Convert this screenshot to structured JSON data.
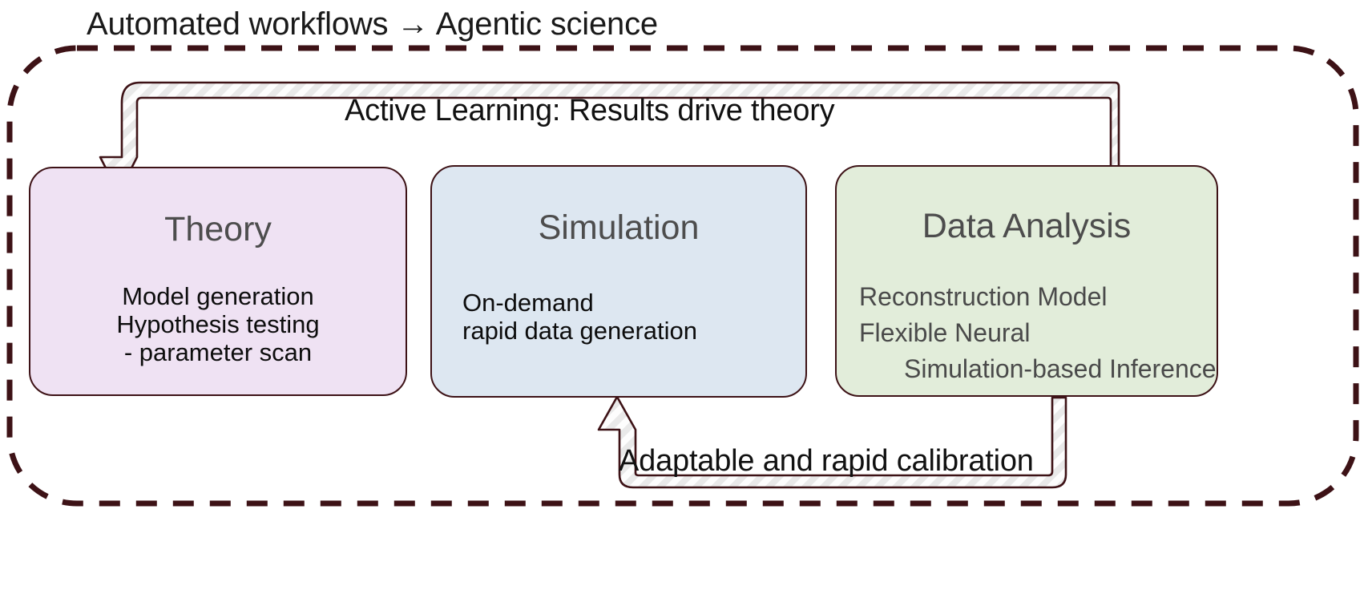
{
  "diagram": {
    "title": "Automated workflows → Agentic science",
    "container_style": "dashed-rounded-border",
    "colors": {
      "outline": "#3d1216",
      "theory_fill": "#efe2f3",
      "simulation_fill": "#dde7f1",
      "data_analysis_fill": "#e2edda",
      "title_text": "#1a1a1a",
      "heading_text": "#4d4d4d",
      "body_text": "#0d0d0d",
      "data_analysis_text": "#4a4a4a",
      "arrow_fill": "#f7f7f7"
    },
    "boxes": [
      {
        "id": "theory",
        "heading": "Theory",
        "lines": [
          "Model generation",
          "Hypothesis testing",
          "- parameter scan"
        ]
      },
      {
        "id": "simulation",
        "heading": "Simulation",
        "lines": [
          "On-demand",
          "rapid data generation"
        ]
      },
      {
        "id": "data_analysis",
        "heading": "Data Analysis",
        "lines": [
          "Reconstruction Model",
          "Flexible Neural",
          "Simulation-based Inference"
        ]
      }
    ],
    "arrows": [
      {
        "id": "active-learning",
        "label": "Active Learning: Results drive theory",
        "from": "Data Analysis",
        "to": "Theory",
        "direction": "right-to-left-top"
      },
      {
        "id": "calibration",
        "label": "Adaptable and rapid calibration",
        "from": "Data Analysis",
        "to": "Simulation",
        "direction": "right-to-left-bottom"
      }
    ]
  }
}
